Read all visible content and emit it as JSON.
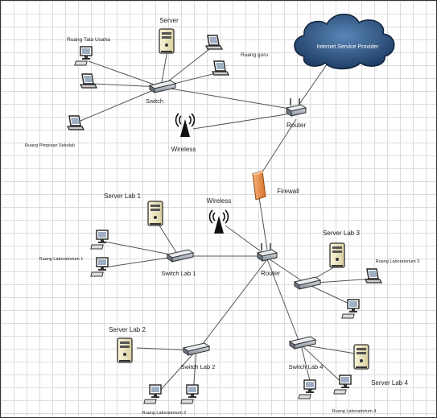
{
  "labels": {
    "server": "Server",
    "ruang_tata_usaha": "Ruang Tata Usaha",
    "ruang_guru": "Ruang guru",
    "ruang_pimpinan": "Ruang Pimpinan Sekolah",
    "switch": "Switch",
    "router_top": "Router",
    "wireless_top": "Wireless",
    "isp": "Internet Service Provider",
    "firewall": "Firewall",
    "wireless_mid": "Wireless",
    "router_mid": "Router",
    "server_lab1": "Server Lab 1",
    "switch_lab1": "Switch Lab 1",
    "ruang_lab1": "Ruang Laboratorium 1",
    "server_lab2": "Server Lab 2",
    "switch_lab2": "Switch Lab 2",
    "ruang_lab2": "Ruang Laboratorium 2",
    "server_lab3": "Server Lab 3",
    "ruang_lab3": "Ruang Laboratorium 3",
    "server_lab4": "Server Lab 4",
    "switch_lab4": "Switch Lab 4",
    "ruang_lab4": "Ruang Laboratorium 4"
  },
  "colors": {
    "grid": "#dcdcdc",
    "cloud": "#1f3f66",
    "firewall": "#e8934a",
    "server_body": "#efe7c0",
    "device": "#444444"
  }
}
